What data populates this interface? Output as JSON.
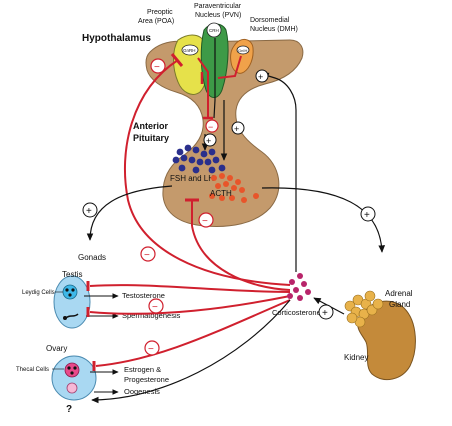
{
  "labels": {
    "poa": [
      "Preoptic",
      "Area (POA)"
    ],
    "pvn": [
      "Paraventricular",
      "Nucleus (PVN)"
    ],
    "dmh": [
      "Dorsomedial",
      "Nucleus (DMH)"
    ],
    "hypothalamus": "Hypothalamus",
    "anterior_pituitary": [
      "Anterior",
      "Pituitary"
    ],
    "gnrh": "GnRH",
    "crh": "CRH",
    "gnih": "GnIH",
    "fsh_lh": "FSH and LH",
    "acth": "ACTH",
    "gonads": "Gonads",
    "testis": "Testis",
    "leydig_cells": "Leydig Cells",
    "testosterone": "Testosterone",
    "spermatogenesis": "Spermatogenesis",
    "corticosterone": "Corticosterone",
    "adrenal_gland": [
      "Adrenal",
      "Gland"
    ],
    "kidney": "Kidney",
    "ovary": "Ovary",
    "thecal_cells": "Thecal Cells",
    "estrogen_progesterone": [
      "Estrogen &",
      "Progesterone"
    ],
    "oogenesis": "Oogenesis",
    "unknown": "?",
    "plus": "+",
    "minus": "−"
  },
  "colors": {
    "brain": "#c49a6c",
    "poa": "#e6e14a",
    "pvn": "#3d9a47",
    "dmh": "#f0a24a",
    "inhibit": "#d0202e",
    "fsh_lh_dots": "#2a2f8c",
    "acth_dots": "#e8552a",
    "corticosterone_dots": "#b8246a",
    "testis": "#a9d8f2",
    "ovary": "#a9d8f2",
    "adrenal": "#e8b24a",
    "kidney": "#c48a3a"
  }
}
